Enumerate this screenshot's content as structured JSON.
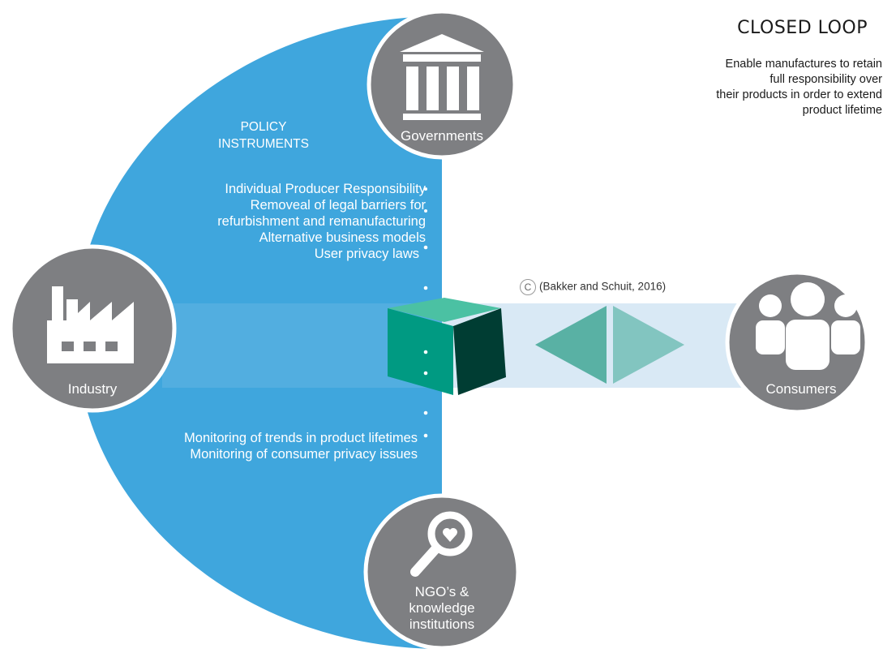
{
  "header": {
    "title": "CLOSED LOOP",
    "description_lines": [
      "Enable  manufactures to retain",
      "full responsibility over",
      "their products in order to extend",
      "product lifetime"
    ]
  },
  "policy": {
    "heading_line1": "POLICY",
    "heading_line2": "INSTRUMENTS",
    "upper_items": [
      "Individual Producer Responsibility",
      "Removeal of legal barriers for",
      "refurbishment and remanufacturing",
      "Alternative business models",
      "User privacy laws"
    ],
    "lower_items": [
      "Monitoring of trends in product lifetimes",
      "Monitoring of consumer privacy issues"
    ]
  },
  "actors": {
    "governments": "Governments",
    "industry": "Industry",
    "consumers": "Consumers",
    "ngo_line1": "NGO’s &",
    "ngo_line2": "knowledge",
    "ngo_line3": "institutions"
  },
  "credit": {
    "symbol": "C",
    "text": "(Bakker and Schuit, 2016)"
  },
  "colors": {
    "arc_blue": "#3fa6dd",
    "band_light": "#d9e9f5",
    "circle_gray": "#7e7f82",
    "cube_top": "#4bc1a3",
    "cube_front": "#009a82",
    "cube_side": "#003d33",
    "arrow_left": "#59b1a4",
    "arrow_right": "#82c5c0"
  },
  "icons": [
    "government-building-icon",
    "factory-icon",
    "people-icon",
    "magnifier-heart-icon",
    "cube-icon"
  ]
}
